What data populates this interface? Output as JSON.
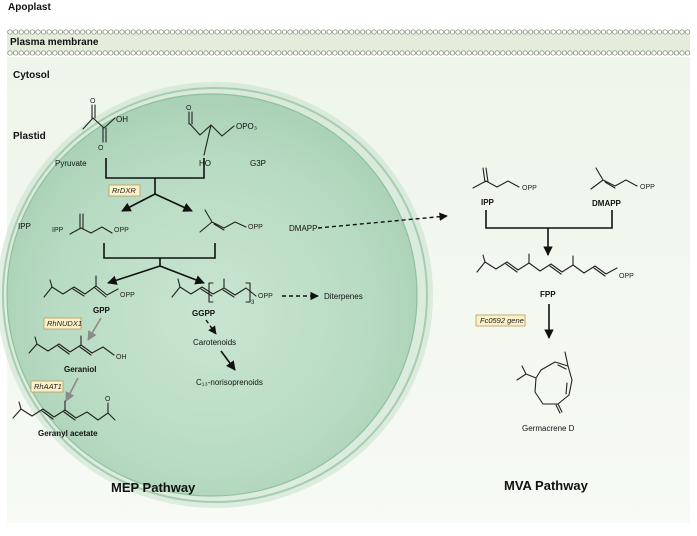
{
  "regions": {
    "apoplast": "Apoplast",
    "plasma_membrane": "Plasma membrane",
    "cytosol": "Cytosol",
    "plastid": "Plastid"
  },
  "mep": {
    "pathway_label": "MEP Pathway",
    "pyruvate": "Pyruvate",
    "pyruvate_oh": "OH",
    "g3p": "G3P",
    "g3p_opo3": "OPO₃",
    "g3p_ho": "HO",
    "gene_dxr": "RrDXR",
    "ipp": "IPP",
    "ipp_inline": "IPP",
    "ipp_opp": "OPP",
    "dmapp": "DMAPP",
    "dmapp_opp": "OPP",
    "gpp": "GPP",
    "gpp_opp": "OPP",
    "ggpp": "GGPP",
    "ggpp_opp": "OPP",
    "ggpp_sub": "3",
    "diterpenes": "Diterpenes",
    "gene_nudx1": "RhNUDX1",
    "geraniol": "Geraniol",
    "geraniol_oh": "OH",
    "gene_aat1": "RhAAT1",
    "geranyl_acetate": "Geranyl acetate",
    "carotenoids": "Carotenoids",
    "norisoprenoids": "C₁₃-norisoprenoids"
  },
  "mva": {
    "pathway_label": "MVA Pathway",
    "ipp": "IPP",
    "ipp_opp": "OPP",
    "dmapp": "DMAPP",
    "dmapp_opp": "OPP",
    "fpp": "FPP",
    "fpp_opp": "OPP",
    "gene_fc": "Fc0592 gene",
    "germacrene": "Germacrene D"
  },
  "colors": {
    "cytosol": "#e9f2e6",
    "membrane_band": "#e3eddb",
    "plastid_fill": "#b7d9c2",
    "plastid_edge": "#9fc7a7",
    "gene_box": "#fbf0c8",
    "gene_border": "#b99b5a"
  }
}
